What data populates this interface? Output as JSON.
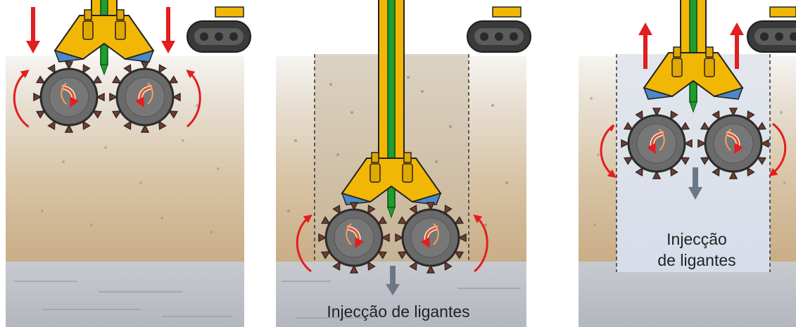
{
  "panels": [
    {
      "label_lines": []
    },
    {
      "label_lines": [
        "Injecção de ligantes"
      ]
    },
    {
      "label_lines": [
        "Injecção",
        "de ligantes"
      ]
    }
  ],
  "colors": {
    "machine_yellow": "#f2b705",
    "central_rod": "#1e9e2e",
    "drum": "#6d6d6d",
    "arrow_red": "#e21e1e",
    "soil": "#dcc6a6",
    "bedrock": "#b9bdc4",
    "treated_column": "#dce3ee",
    "flow_arrow": "#6b7686"
  },
  "icons": [
    "down-arrow-icon",
    "up-arrow-icon",
    "rotation-arrow-icon",
    "flow-arrow-icon"
  ]
}
